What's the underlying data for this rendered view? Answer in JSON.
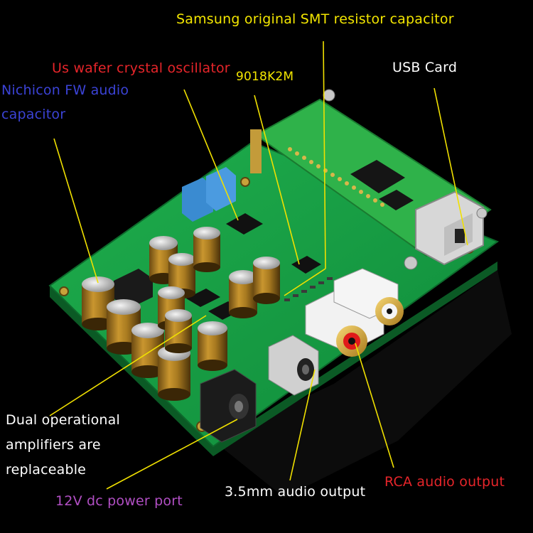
{
  "labels": {
    "samsung": "Samsung original SMT resistor capacitor",
    "wafer": "Us wafer crystal oscillator",
    "chip": "9018K2M",
    "usb": "USB Card",
    "nichicon_line1": "Nichicon FW audio",
    "nichicon_line2": "capacitor",
    "dual_line1": "Dual operational",
    "dual_line2": "amplifiers are",
    "dual_line3": "replaceable",
    "power": "12V dc power port",
    "audio35": "3.5mm audio output",
    "rca": "RCA audio output"
  },
  "colors": {
    "background": "#000000",
    "pcb_green": "#16a34a",
    "usb_board_green": "#2fb24a",
    "leader_line": "#f0e000",
    "label_yellow": "#f3e600",
    "label_red": "#e6252a",
    "label_blue": "#3b43d6",
    "label_purple": "#b14fc4",
    "label_white": "#ffffff"
  }
}
